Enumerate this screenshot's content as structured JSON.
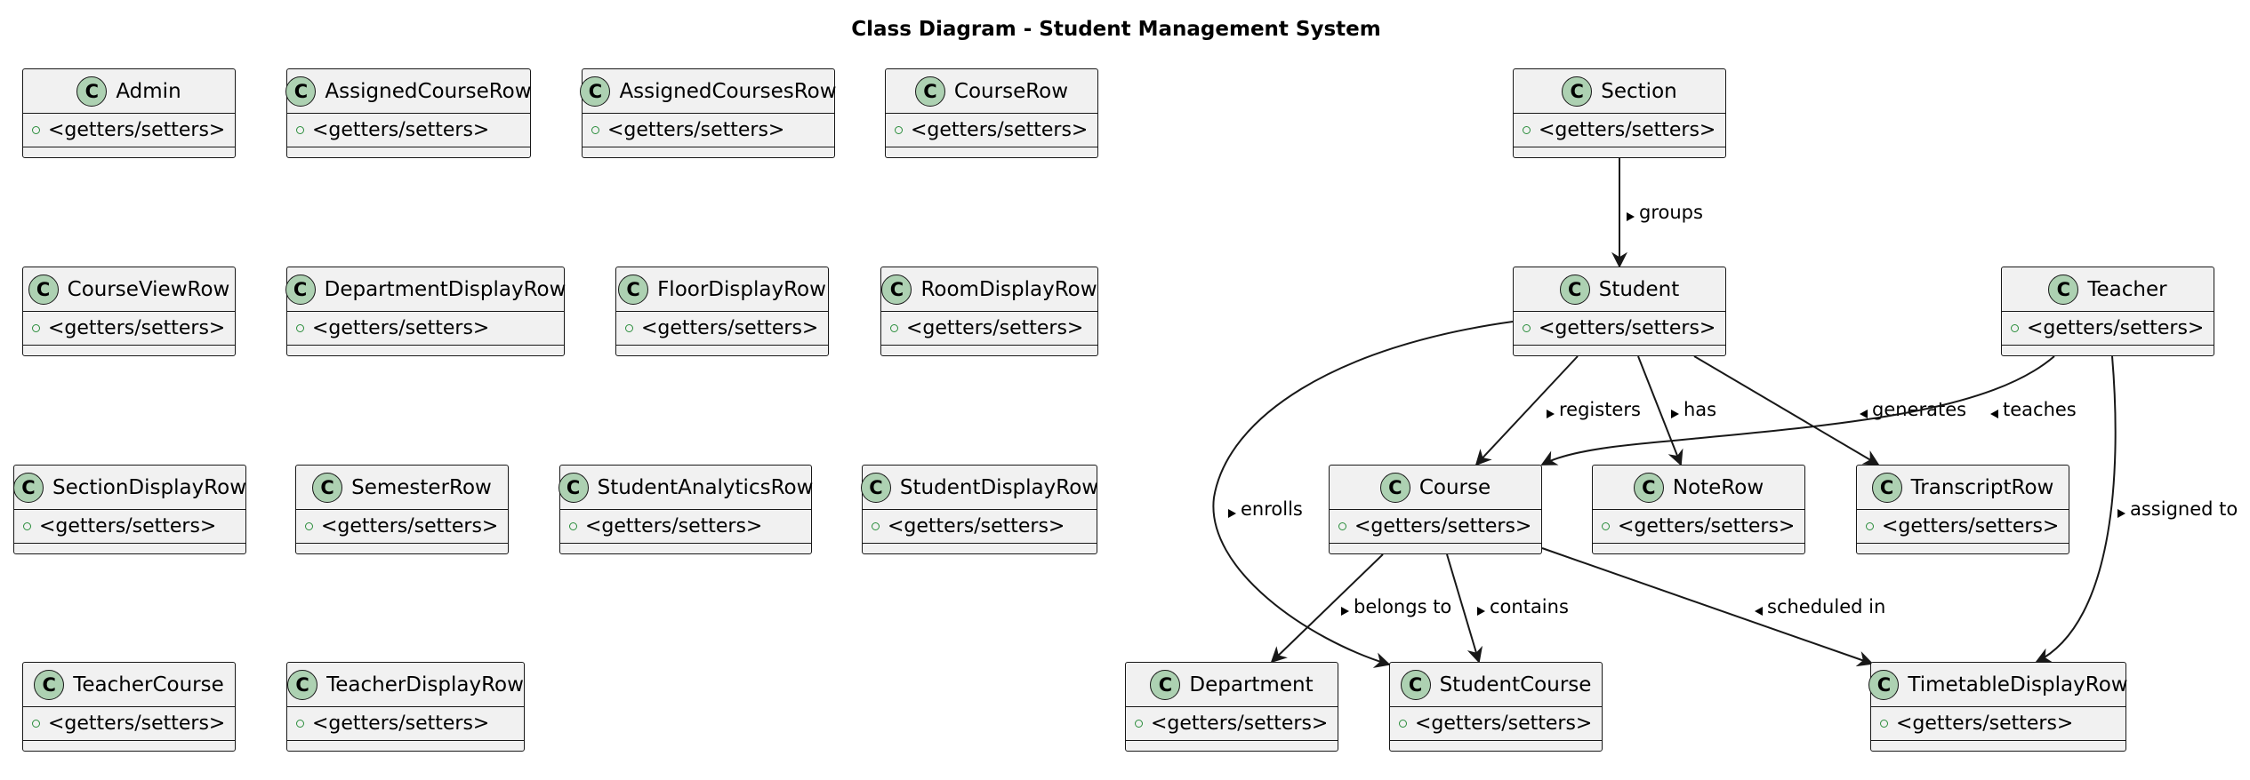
{
  "title": "Class Diagram - Student Management System",
  "badge_letter": "C",
  "attr_text": "<getters/setters>",
  "classes": [
    "Admin",
    "AssignedCourseRow",
    "AssignedCoursesRow",
    "CourseRow",
    "CourseViewRow",
    "DepartmentDisplayRow",
    "FloorDisplayRow",
    "RoomDisplayRow",
    "SectionDisplayRow",
    "SemesterRow",
    "StudentAnalyticsRow",
    "StudentDisplayRow",
    "TeacherCourse",
    "TeacherDisplayRow",
    "Section",
    "Student",
    "Teacher",
    "Course",
    "NoteRow",
    "TranscriptRow",
    "Department",
    "StudentCourse",
    "TimetableDisplayRow"
  ],
  "relations": [
    {
      "from": "Section",
      "to": "Student",
      "label": "groups"
    },
    {
      "from": "Student",
      "to": "StudentCourse",
      "label": "enrolls"
    },
    {
      "from": "Student",
      "to": "Course",
      "label": "registers"
    },
    {
      "from": "Student",
      "to": "NoteRow",
      "label": "has"
    },
    {
      "from": "Student",
      "to": "TranscriptRow",
      "label": "generates"
    },
    {
      "from": "Teacher",
      "to": "Course",
      "label": "teaches"
    },
    {
      "from": "Teacher",
      "to": "TimetableDisplayRow",
      "label": "assigned to"
    },
    {
      "from": "Course",
      "to": "Department",
      "label": "belongs to"
    },
    {
      "from": "Course",
      "to": "StudentCourse",
      "label": "contains"
    },
    {
      "from": "Course",
      "to": "TimetableDisplayRow",
      "label": "scheduled in"
    }
  ],
  "colors": {
    "class_fill": "#f1f1f1",
    "badge_fill": "#add1b2",
    "visibility_icon": "#2a8d3b",
    "line": "#181818"
  }
}
